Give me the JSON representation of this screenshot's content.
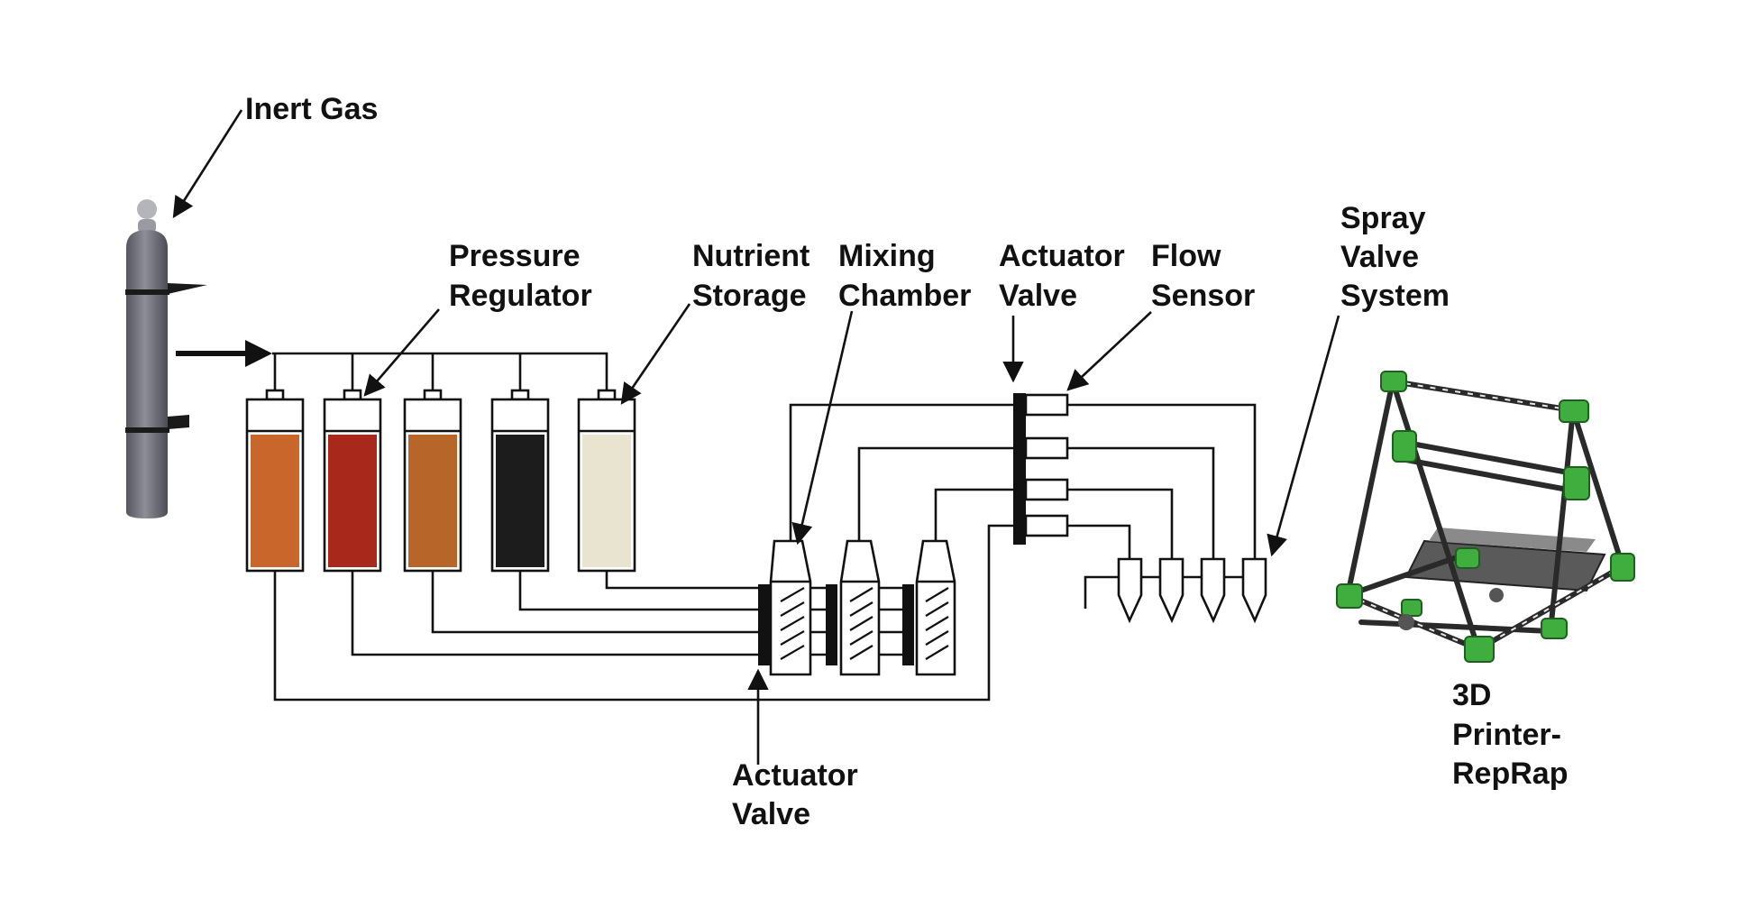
{
  "labels": {
    "inert_gas": "Inert Gas",
    "pressure_regulator": [
      "Pressure",
      "Regulator"
    ],
    "nutrient_storage": [
      "Nutrient",
      "Storage"
    ],
    "mixing_chamber": [
      "Mixing",
      "Chamber"
    ],
    "actuator_valve_top": [
      "Actuator",
      "Valve"
    ],
    "flow_sensor": [
      "Flow",
      "Sensor"
    ],
    "spray_valve_system": [
      "Spray",
      "Valve",
      "System"
    ],
    "actuator_valve_bottom": [
      "Actuator",
      "Valve"
    ],
    "printer": [
      "3D",
      "Printer-",
      "RepRap"
    ]
  },
  "colors": {
    "line": "#111111",
    "gas_cylinder": "#6f6f78",
    "printer_joint": "#3fae3f",
    "storage_fill": [
      "#c8662c",
      "#a8291c",
      "#b8652a",
      "#1c1c1c",
      "#e9e4cf"
    ]
  },
  "icons": {
    "cylinder": "gas-cylinder-icon",
    "printer": "reprap-printer-icon"
  }
}
